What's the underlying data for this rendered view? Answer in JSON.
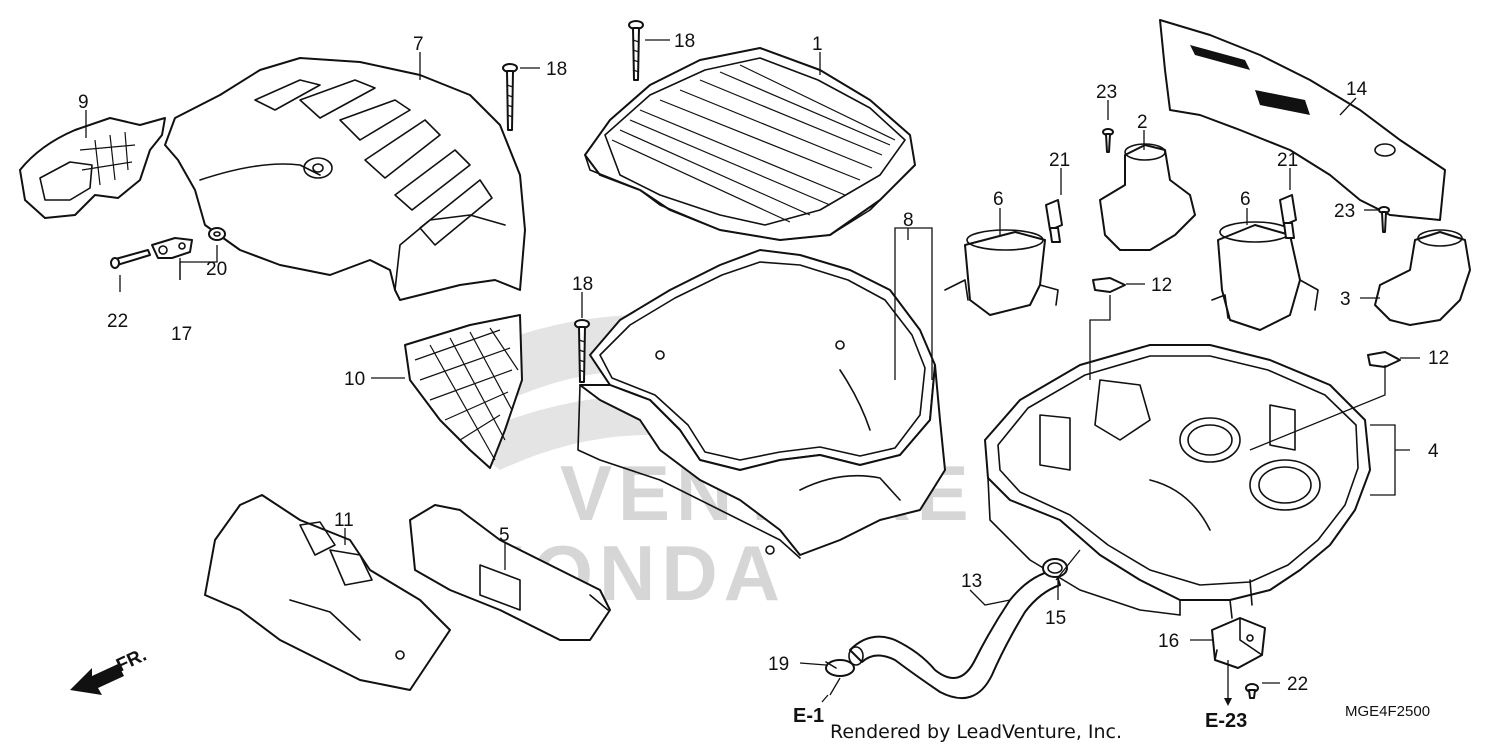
{
  "diagram": {
    "part_labels": [
      {
        "id": "1",
        "text": "1"
      },
      {
        "id": "2",
        "text": "2"
      },
      {
        "id": "3",
        "text": "3"
      },
      {
        "id": "4",
        "text": "4"
      },
      {
        "id": "5",
        "text": "5"
      },
      {
        "id": "6a",
        "text": "6"
      },
      {
        "id": "6b",
        "text": "6"
      },
      {
        "id": "7",
        "text": "7"
      },
      {
        "id": "8",
        "text": "8"
      },
      {
        "id": "9",
        "text": "9"
      },
      {
        "id": "10",
        "text": "10"
      },
      {
        "id": "11",
        "text": "11"
      },
      {
        "id": "12a",
        "text": "12"
      },
      {
        "id": "12b",
        "text": "12"
      },
      {
        "id": "13",
        "text": "13"
      },
      {
        "id": "14",
        "text": "14"
      },
      {
        "id": "15",
        "text": "15"
      },
      {
        "id": "16",
        "text": "16"
      },
      {
        "id": "17",
        "text": "17"
      },
      {
        "id": "18a",
        "text": "18"
      },
      {
        "id": "18b",
        "text": "18"
      },
      {
        "id": "18c",
        "text": "18"
      },
      {
        "id": "19",
        "text": "19"
      },
      {
        "id": "20",
        "text": "20"
      },
      {
        "id": "21a",
        "text": "21"
      },
      {
        "id": "21b",
        "text": "21"
      },
      {
        "id": "22a",
        "text": "22"
      },
      {
        "id": "22b",
        "text": "22"
      },
      {
        "id": "23a",
        "text": "23"
      },
      {
        "id": "23b",
        "text": "23"
      }
    ],
    "references": {
      "e1": "E-1",
      "e23": "E-23"
    },
    "front_marker": "FR.",
    "diagram_code": "MGE4F2500",
    "credit": "Rendered by LeadVenture, Inc.",
    "watermark": {
      "line1": "VENTURE",
      "line2": "HONDA"
    }
  }
}
